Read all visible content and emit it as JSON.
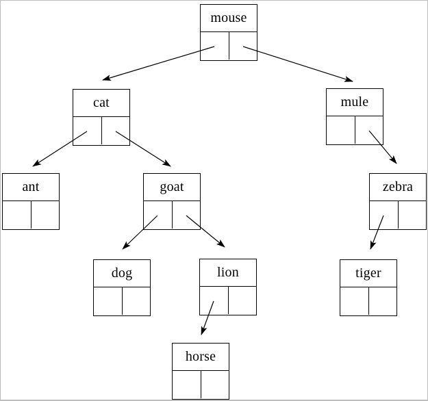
{
  "diagram": {
    "type": "binary-tree",
    "root": "mouse",
    "nodes": [
      {
        "id": "mouse",
        "label": "mouse",
        "left": "cat",
        "right": "mule"
      },
      {
        "id": "cat",
        "label": "cat",
        "left": "ant",
        "right": "goat"
      },
      {
        "id": "mule",
        "label": "mule",
        "left": null,
        "right": "zebra"
      },
      {
        "id": "ant",
        "label": "ant",
        "left": null,
        "right": null
      },
      {
        "id": "goat",
        "label": "goat",
        "left": "dog",
        "right": "lion"
      },
      {
        "id": "zebra",
        "label": "zebra",
        "left": "tiger",
        "right": null
      },
      {
        "id": "dog",
        "label": "dog",
        "left": null,
        "right": null
      },
      {
        "id": "lion",
        "label": "lion",
        "left": "horse",
        "right": null
      },
      {
        "id": "tiger",
        "label": "tiger",
        "left": null,
        "right": null
      },
      {
        "id": "horse",
        "label": "horse",
        "left": null,
        "right": null
      }
    ],
    "colors": {
      "line": "#000000",
      "box_border": "#000000",
      "text": "#000000",
      "background": "#ffffff",
      "frame": "#bdbdbd"
    }
  }
}
